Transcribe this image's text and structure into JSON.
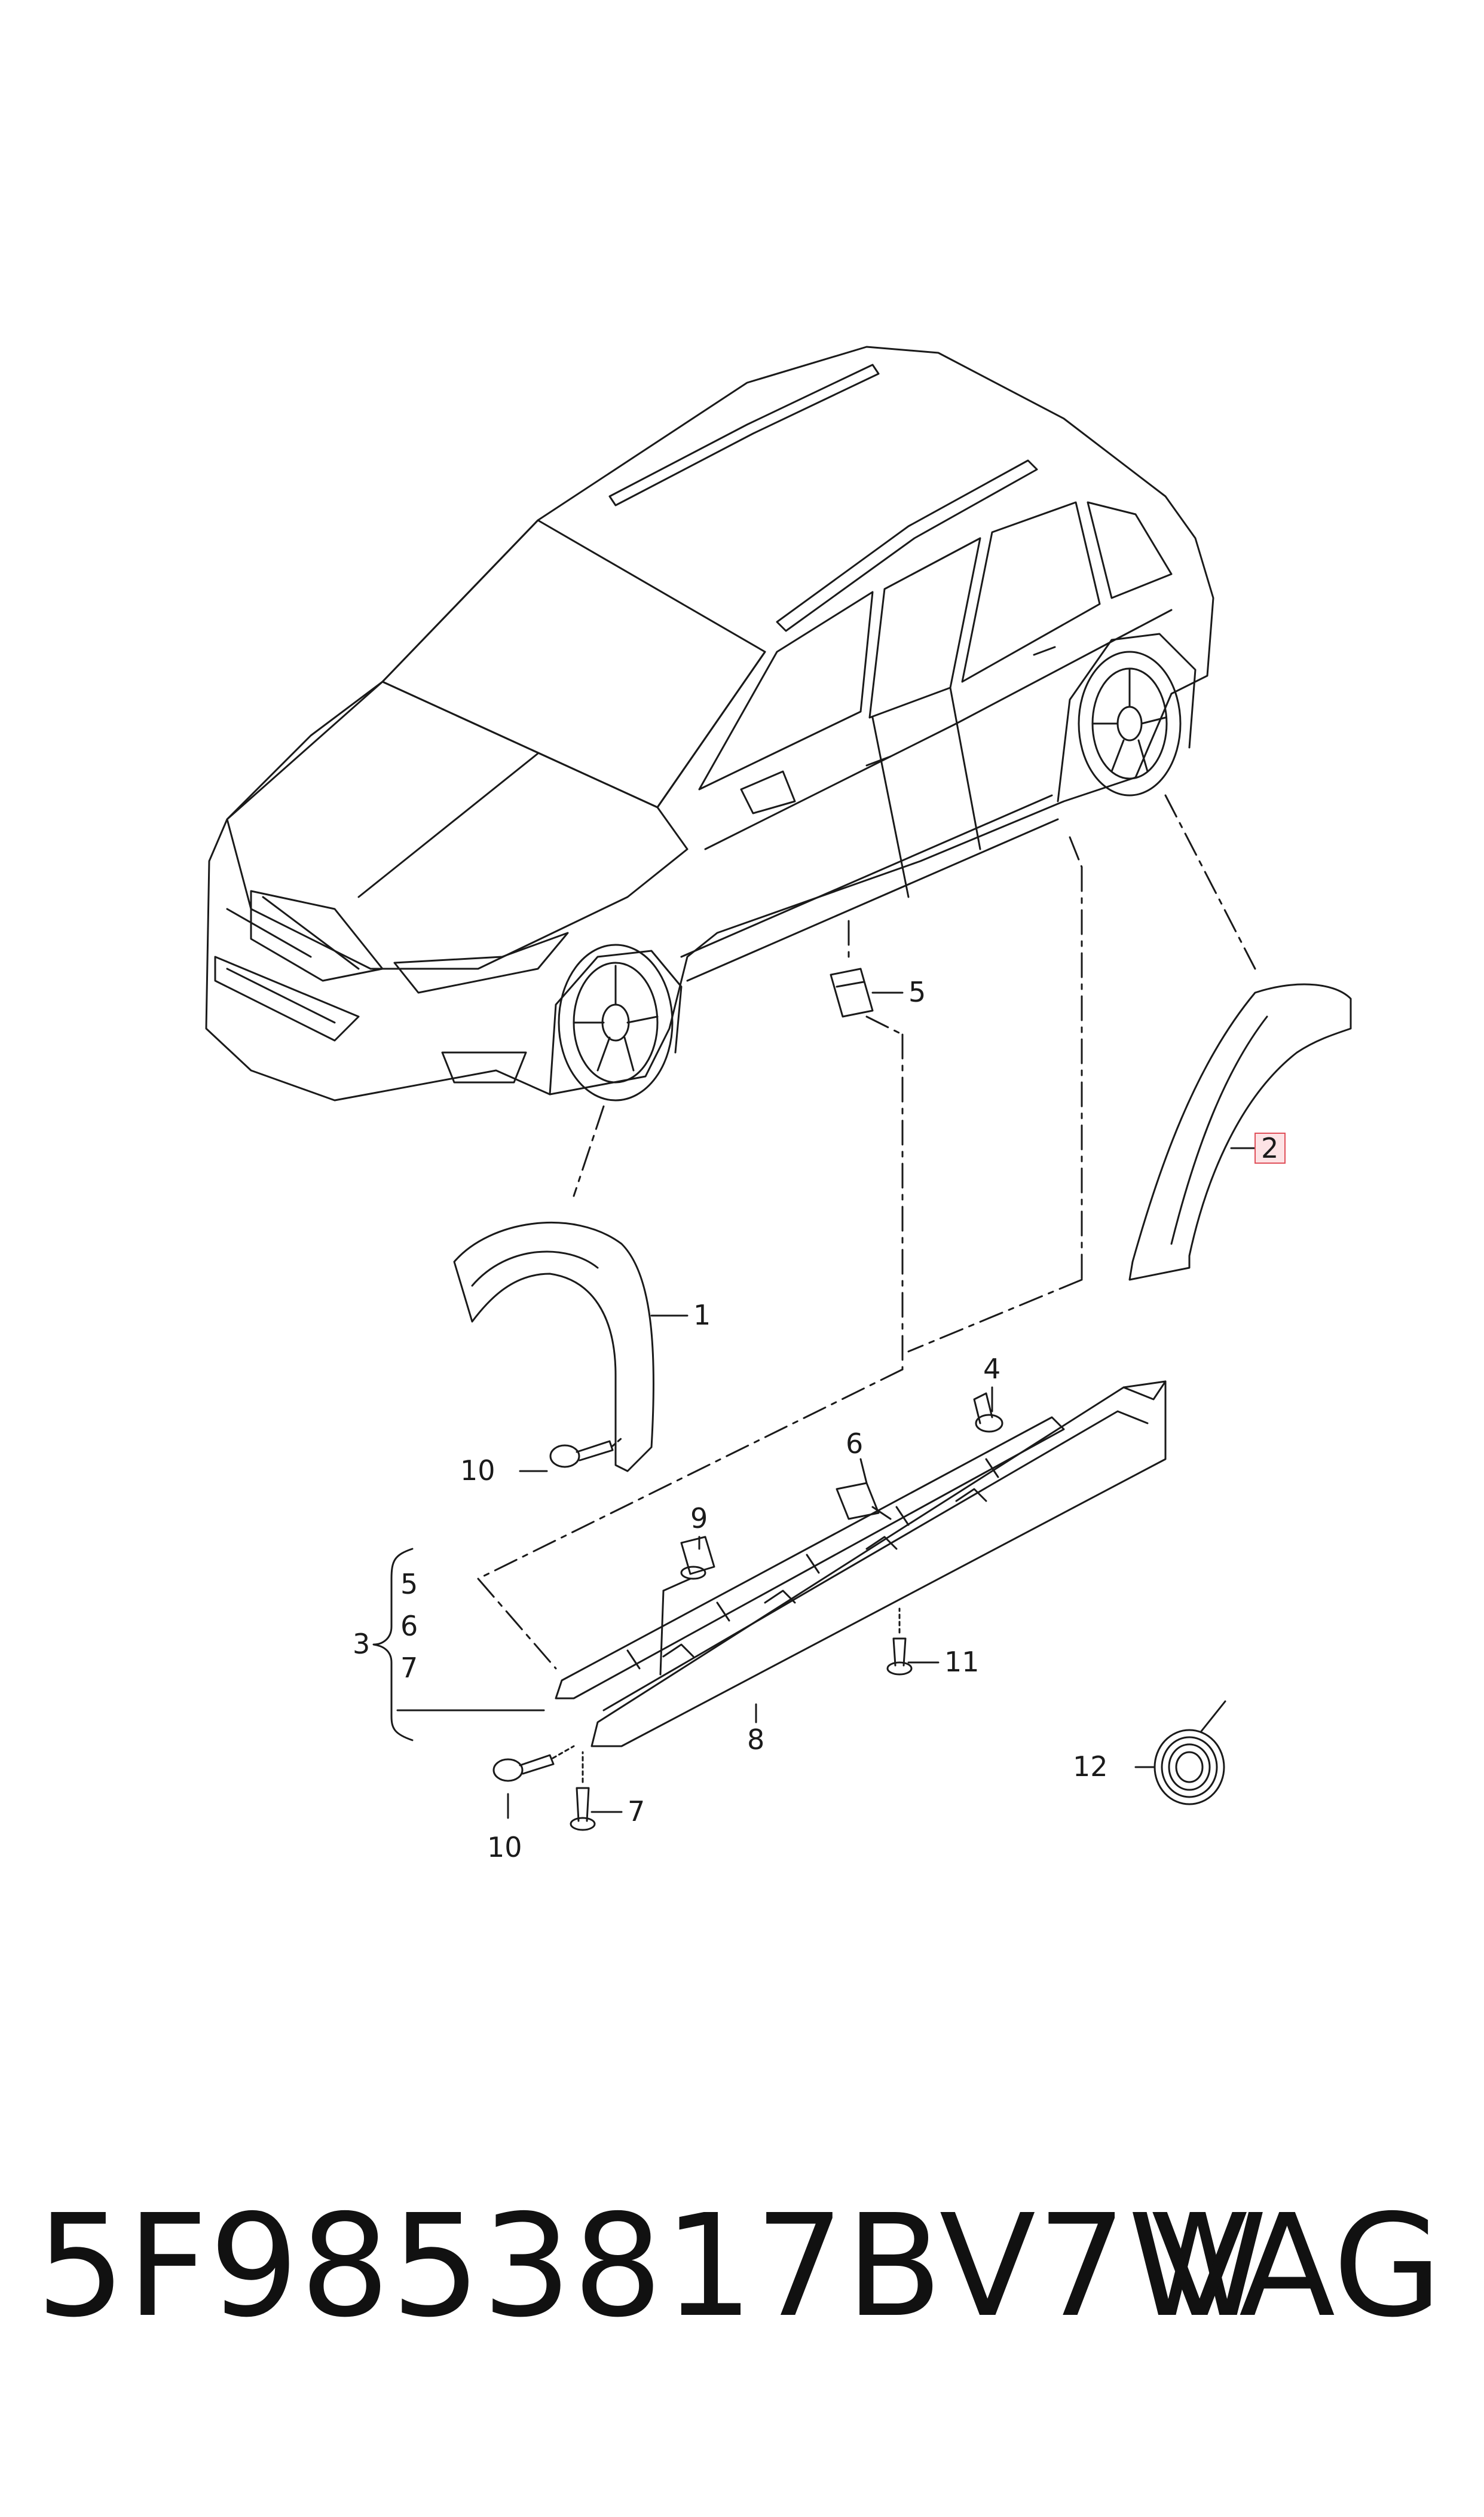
{
  "callouts": {
    "c1": "1",
    "c2": "2",
    "c3": "3",
    "c4": "4",
    "c5_top": "5",
    "c6": "6",
    "c7": "7",
    "c8": "8",
    "c9": "9",
    "c10a": "10",
    "c10b": "10",
    "c11": "11",
    "c12": "12",
    "g5": "5",
    "g6": "6",
    "g7": "7"
  },
  "footer": {
    "part_number": "5F9853817BV7W",
    "brand": "VAG"
  },
  "colors": {
    "line": "#1a1a1a",
    "highlight_box_fill": "#fde3e5",
    "highlight_box_stroke": "#e0505a"
  }
}
